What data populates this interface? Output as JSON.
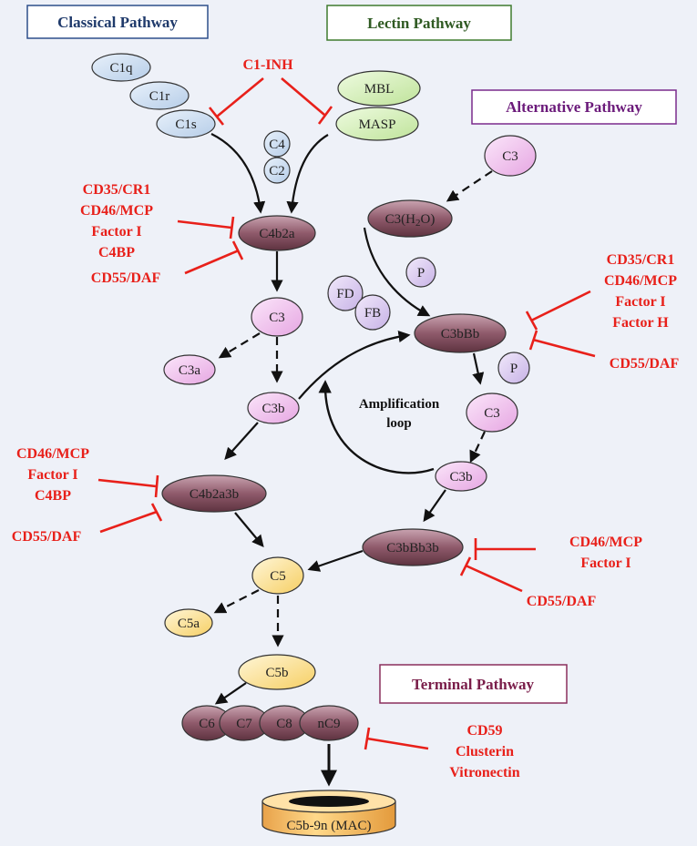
{
  "pathways": {
    "classical": "Classical Pathway",
    "lectin": "Lectin Pathway",
    "alternative": "Alternative Pathway",
    "terminal": "Terminal Pathway"
  },
  "nodes": {
    "c1q": "C1q",
    "c1r": "C1r",
    "c1s": "C1s",
    "mbl": "MBL",
    "masp": "MASP",
    "c4": "C4",
    "c2": "C2",
    "c4b2a": "C4b2a",
    "c3_classical": "C3",
    "c3a": "C3a",
    "c3b_classical": "C3b",
    "c4b2a3b": "C4b2a3b",
    "c3_alt_top": "C3",
    "c3h2o_prefix": "C3(H",
    "c3h2o_sub": "2",
    "c3h2o_suffix": "O)",
    "p_top": "P",
    "fd": "FD",
    "fb": "FB",
    "c3bbb": "C3bBb",
    "p_lower": "P",
    "c3_alt": "C3",
    "c3b_alt": "C3b",
    "c3bbb3b": "C3bBb3b",
    "c5": "C5",
    "c5a": "C5a",
    "c5b": "C5b",
    "c6": "C6",
    "c7": "C7",
    "c8": "C8",
    "nc9": "nC9",
    "mac": "C5b-9n  (MAC)"
  },
  "regulators": {
    "c1_inh": "C1-INH",
    "classical_c4b2a": [
      "CD35/CR1",
      "CD46/MCP",
      "Factor I",
      "C4BP"
    ],
    "classical_daf": "CD55/DAF",
    "alt_c3bbb": [
      "CD35/CR1",
      "CD46/MCP",
      "Factor  I",
      "Factor H"
    ],
    "alt_daf": "CD55/DAF",
    "classical_c5conv": [
      "CD46/MCP",
      "Factor I",
      "C4BP"
    ],
    "classical_c5conv_daf": "CD55/DAF",
    "alt_c5conv": [
      "CD46/MCP",
      "Factor I"
    ],
    "alt_c5conv_daf": "CD55/DAF",
    "terminal": [
      "CD59",
      "Clusterin",
      "Vitronectin"
    ]
  },
  "loop_label": [
    "Amplification",
    "loop"
  ],
  "colors": {
    "classical_title": "#1f3a6b",
    "lectin_title": "#2f5a22",
    "alternative_title": "#6b1a7a",
    "terminal_title": "#7a1e4a",
    "regulator": "#e8201a",
    "blue_node": "#cfe0f2",
    "green_node": "#d8f0b8",
    "pink_node": "#f3c2f0",
    "purple_node": "#d9c8ee",
    "maroon_node": "#8f5a6b",
    "yellow_node": "#fbe39a"
  }
}
